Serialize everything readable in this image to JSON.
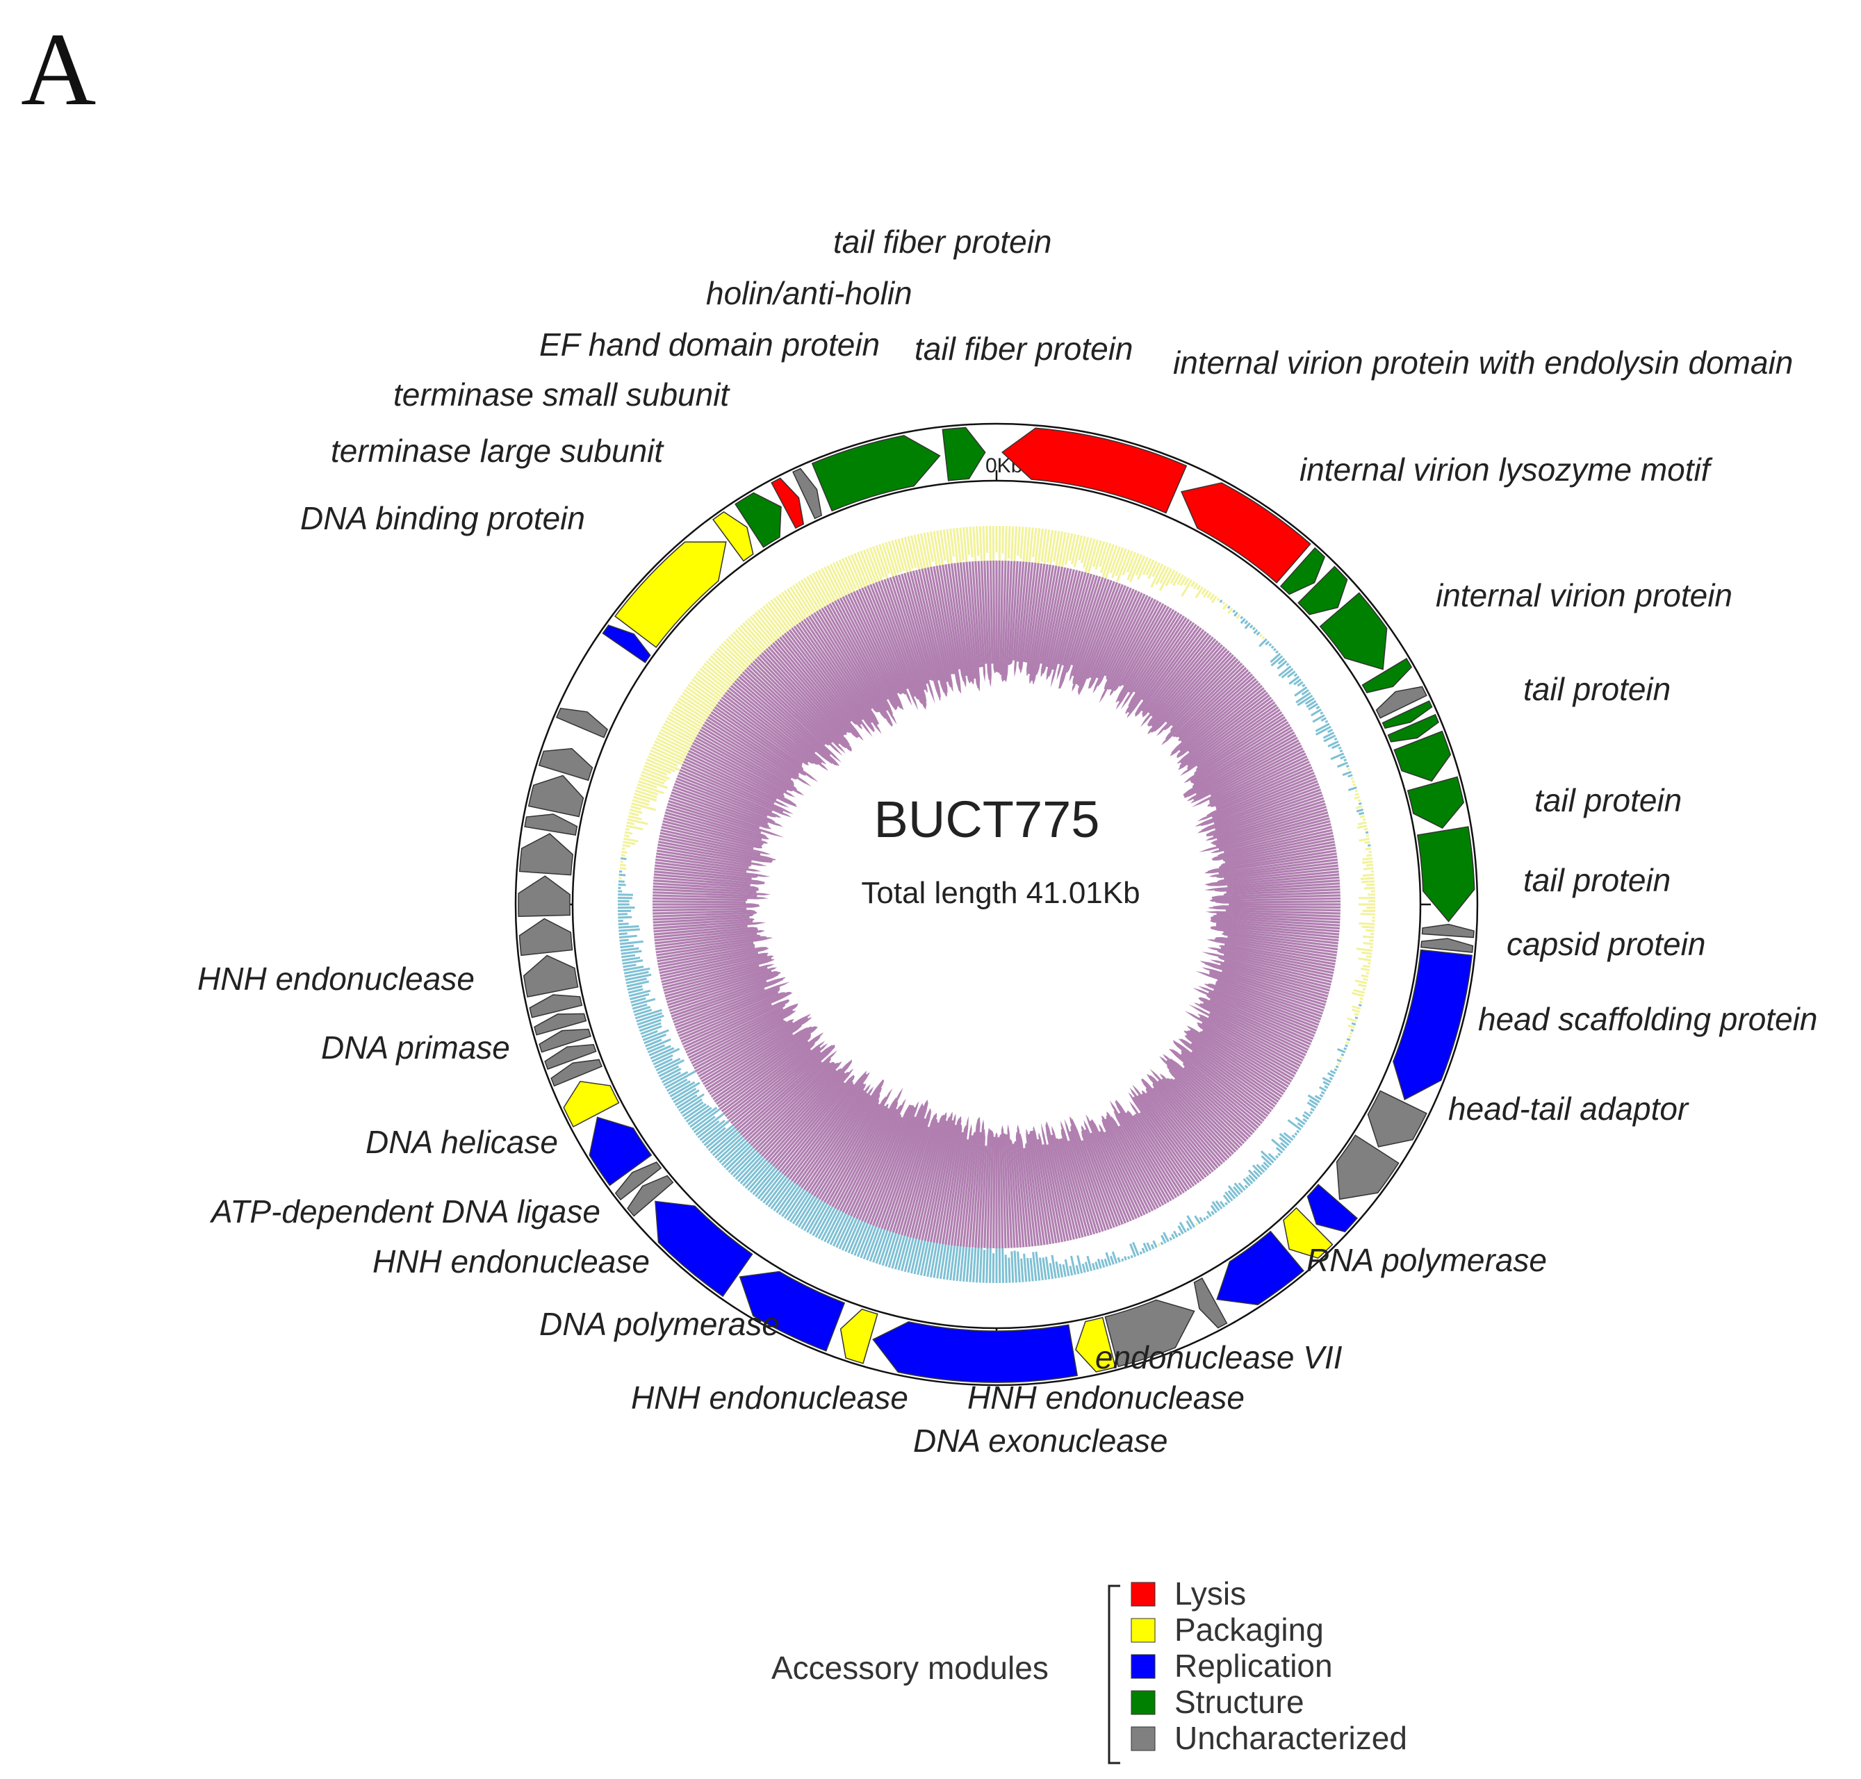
{
  "panel_label": "A",
  "genome": {
    "name": "BUCT775",
    "total_length_label": "Total length 41.01Kb",
    "origin_label": "0Kb"
  },
  "colors": {
    "Lysis": "#ff0000",
    "Packaging": "#ffff00",
    "Replication": "#0000ff",
    "Structure": "#008000",
    "Uncharacterized": "#808080",
    "gc_skew_positive": "#f2f29a",
    "gc_skew_negative": "#7ec0d4",
    "gc_content": "#b07fb0"
  },
  "genes": [
    {
      "start": 0.2,
      "end": 6.5,
      "strand": "-",
      "module": "Lysis"
    },
    {
      "start": 6.7,
      "end": 11.4,
      "strand": "-",
      "module": "Lysis"
    },
    {
      "start": 11.6,
      "end": 12.4,
      "strand": "+",
      "module": "Structure"
    },
    {
      "start": 12.5,
      "end": 13.6,
      "strand": "+",
      "module": "Structure"
    },
    {
      "start": 13.7,
      "end": 16.3,
      "strand": "+",
      "module": "Structure"
    },
    {
      "start": 16.4,
      "end": 17.0,
      "strand": "+",
      "module": "Structure"
    },
    {
      "start": 17.2,
      "end": 17.8,
      "strand": "-",
      "module": "Uncharacterized"
    },
    {
      "start": 18.0,
      "end": 18.4,
      "strand": "+",
      "module": "Structure"
    },
    {
      "start": 18.5,
      "end": 19.0,
      "strand": "+",
      "module": "Structure"
    },
    {
      "start": 19.1,
      "end": 20.6,
      "strand": "+",
      "module": "Structure"
    },
    {
      "start": 20.7,
      "end": 22.3,
      "strand": "+",
      "module": "Structure"
    },
    {
      "start": 22.4,
      "end": 25.6,
      "strand": "+",
      "module": "Structure"
    },
    {
      "start": 25.7,
      "end": 26.1,
      "strand": "-",
      "module": "Uncharacterized"
    },
    {
      "start": 26.2,
      "end": 26.6,
      "strand": "-",
      "module": "Uncharacterized"
    },
    {
      "start": 26.7,
      "end": 32.1,
      "strand": "+",
      "module": "Replication"
    },
    {
      "start": 32.2,
      "end": 34.0,
      "strand": "+",
      "module": "Uncharacterized"
    },
    {
      "start": 34.1,
      "end": 36.3,
      "strand": "+",
      "module": "Uncharacterized"
    },
    {
      "start": 36.4,
      "end": 37.5,
      "strand": "+",
      "module": "Replication"
    },
    {
      "start": 37.6,
      "end": 38.8,
      "strand": "+",
      "module": "Packaging"
    },
    {
      "start": 38.9,
      "end": 41.9,
      "strand": "+",
      "module": "Replication"
    },
    {
      "start": 42.0,
      "end": 42.6,
      "strand": "+",
      "module": "Uncharacterized"
    },
    {
      "start": 42.8,
      "end": 45.9,
      "strand": "-",
      "module": "Uncharacterized"
    },
    {
      "start": 46.0,
      "end": 47.2,
      "strand": "+",
      "module": "Packaging"
    },
    {
      "start": 47.3,
      "end": 54.4,
      "strand": "+",
      "module": "Replication"
    },
    {
      "start": 54.5,
      "end": 55.6,
      "strand": "+",
      "module": "Packaging"
    },
    {
      "start": 55.8,
      "end": 59.6,
      "strand": "+",
      "module": "Replication"
    },
    {
      "start": 59.7,
      "end": 63.6,
      "strand": "+",
      "module": "Replication"
    },
    {
      "start": 63.7,
      "end": 64.3,
      "strand": "+",
      "module": "Uncharacterized"
    },
    {
      "start": 64.4,
      "end": 64.9,
      "strand": "+",
      "module": "Uncharacterized"
    },
    {
      "start": 65.0,
      "end": 67.2,
      "strand": "+",
      "module": "Replication"
    },
    {
      "start": 67.3,
      "end": 68.6,
      "strand": "+",
      "module": "Packaging"
    },
    {
      "start": 68.8,
      "end": 69.3,
      "strand": "+",
      "module": "Uncharacterized"
    },
    {
      "start": 69.4,
      "end": 69.9,
      "strand": "+",
      "module": "Uncharacterized"
    },
    {
      "start": 70.0,
      "end": 70.5,
      "strand": "+",
      "module": "Uncharacterized"
    },
    {
      "start": 70.6,
      "end": 71.1,
      "strand": "+",
      "module": "Uncharacterized"
    },
    {
      "start": 71.2,
      "end": 71.8,
      "strand": "+",
      "module": "Uncharacterized"
    },
    {
      "start": 71.9,
      "end": 73.2,
      "strand": "+",
      "module": "Uncharacterized"
    },
    {
      "start": 73.3,
      "end": 74.5,
      "strand": "+",
      "module": "Uncharacterized"
    },
    {
      "start": 74.6,
      "end": 76.0,
      "strand": "+",
      "module": "Uncharacterized"
    },
    {
      "start": 76.1,
      "end": 77.5,
      "strand": "+",
      "module": "Uncharacterized"
    },
    {
      "start": 77.6,
      "end": 78.2,
      "strand": "+",
      "module": "Uncharacterized"
    },
    {
      "start": 78.3,
      "end": 79.6,
      "strand": "+",
      "module": "Uncharacterized"
    },
    {
      "start": 79.7,
      "end": 80.6,
      "strand": "+",
      "module": "Uncharacterized"
    },
    {
      "start": 81.4,
      "end": 82.0,
      "strand": "+",
      "module": "Uncharacterized"
    },
    {
      "start": 84.6,
      "end": 85.2,
      "strand": "+",
      "module": "Replication"
    },
    {
      "start": 85.3,
      "end": 89.8,
      "strand": "+",
      "module": "Packaging"
    },
    {
      "start": 89.9,
      "end": 90.7,
      "strand": "+",
      "module": "Packaging"
    },
    {
      "start": 90.8,
      "end": 92.1,
      "strand": "+",
      "module": "Structure"
    },
    {
      "start": 92.2,
      "end": 92.8,
      "strand": "+",
      "module": "Lysis"
    },
    {
      "start": 93.0,
      "end": 93.5,
      "strand": "+",
      "module": "Uncharacterized"
    },
    {
      "start": 93.7,
      "end": 98.0,
      "strand": "+",
      "module": "Structure"
    },
    {
      "start": 98.2,
      "end": 99.6,
      "strand": "+",
      "module": "Structure"
    }
  ],
  "labels": [
    {
      "text": "tail fiber protein"
    },
    {
      "text": "holin/anti-holin"
    },
    {
      "text": "EF hand domain protein"
    },
    {
      "text": "tail fiber protein"
    },
    {
      "text": "terminase small subunit"
    },
    {
      "text": "terminase large subunit"
    },
    {
      "text": "DNA binding protein"
    },
    {
      "text": "internal virion protein with endolysin domain"
    },
    {
      "text": "internal virion lysozyme motif"
    },
    {
      "text": "internal virion protein"
    },
    {
      "text": "tail protein"
    },
    {
      "text": "tail protein"
    },
    {
      "text": "tail protein"
    },
    {
      "text": "capsid protein"
    },
    {
      "text": "head scaffolding protein"
    },
    {
      "text": "head-tail adaptor"
    },
    {
      "text": "RNA polymerase"
    },
    {
      "text": "endonuclease VII"
    },
    {
      "text": "HNH endonuclease"
    },
    {
      "text": "DNA exonuclease"
    },
    {
      "text": "HNH endonuclease"
    },
    {
      "text": "DNA polymerase"
    },
    {
      "text": "HNH endonuclease"
    },
    {
      "text": "ATP-dependent DNA ligase"
    },
    {
      "text": "DNA helicase"
    },
    {
      "text": "DNA primase"
    },
    {
      "text": "HNH endonuclease"
    }
  ],
  "legend": {
    "title": "Accessory modules",
    "items": [
      {
        "label": "Lysis",
        "color": "#ff0000"
      },
      {
        "label": "Packaging",
        "color": "#ffff00"
      },
      {
        "label": "Replication",
        "color": "#0000ff"
      },
      {
        "label": "Structure",
        "color": "#008000"
      },
      {
        "label": "Uncharacterized",
        "color": "#808080"
      }
    ]
  }
}
